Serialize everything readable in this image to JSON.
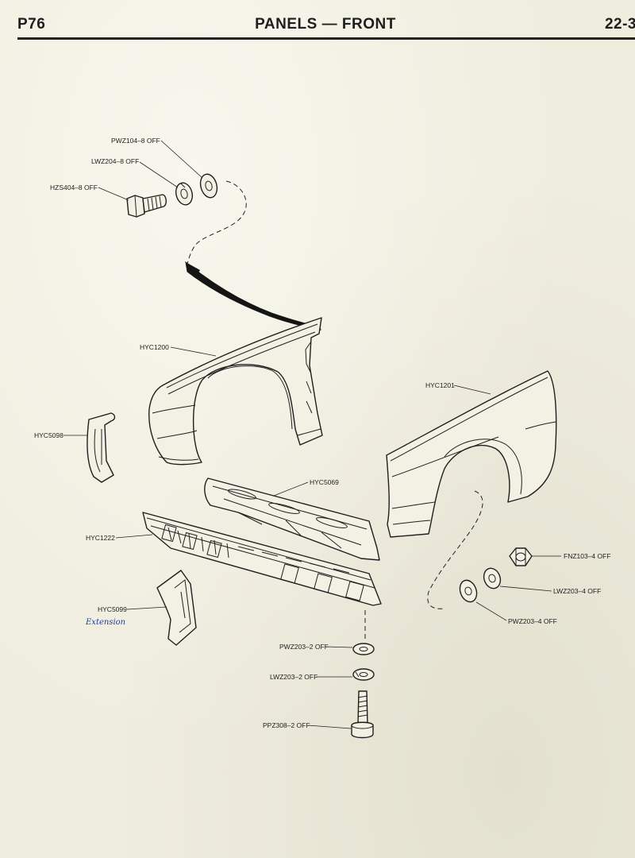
{
  "header": {
    "page_ref": "P76",
    "title": "PANELS — FRONT",
    "section": "22-3"
  },
  "parts": {
    "pwz104": "PWZ104–8 OFF",
    "lwz204": "LWZ204–8 OFF",
    "hzs404": "HZS404–8 OFF",
    "hyc1200": "HYC1200",
    "hyc1201": "HYC1201",
    "hyc5098": "HYC5098",
    "hyc5069": "HYC5069",
    "hyc1222": "HYC1222",
    "hyc5099": "HYC5099",
    "fnz103": "FNZ103–4 OFF",
    "lwz203_4": "LWZ203–4 OFF",
    "pwz203_4": "PWZ203–4 OFF",
    "pwz203_2": "PWZ203–2 OFF",
    "lwz203_2": "LWZ203–2 OFF",
    "ppz308": "PPZ308–2 OFF"
  },
  "annotation": {
    "handwritten": "Extension"
  }
}
